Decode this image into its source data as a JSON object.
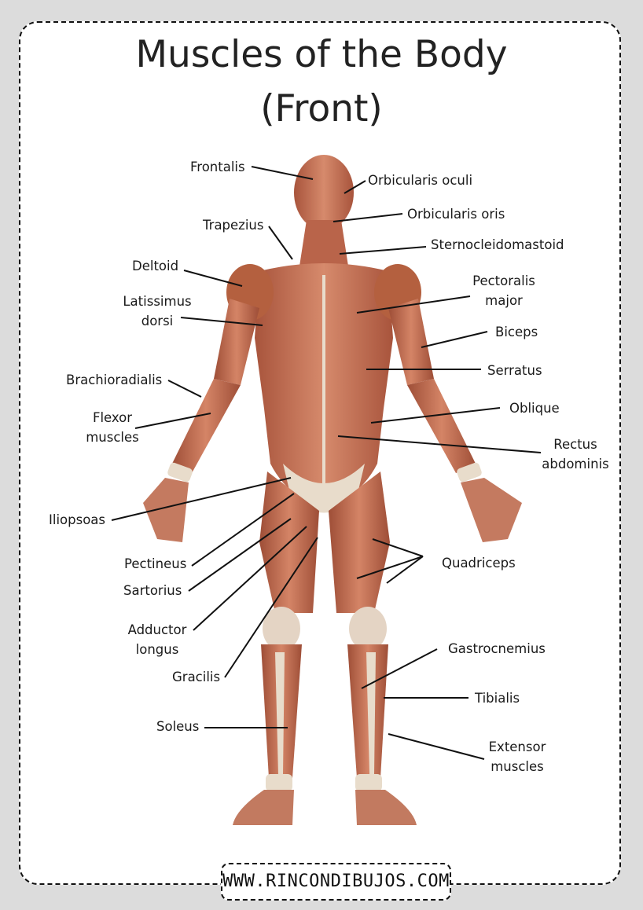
{
  "title": "Muscles of the Body",
  "subtitle": "(Front)",
  "footer": "WWW.RINCONDIBUJOS.COM",
  "colors": {
    "muscle_base": "#c9755a",
    "muscle_dark": "#a8543c",
    "tendon": "#e8dccb",
    "leader_line": "#111111"
  },
  "labels": {
    "frontalis": "Frontalis",
    "orbicularis_oculi": "Orbicularis oculi",
    "orbicularis_oris": "Orbicularis oris",
    "trapezius": "Trapezius",
    "sternocleidomastoid": "Sternocleidomastoid",
    "deltoid": "Deltoid",
    "pectoralis_major_1": "Pectoralis",
    "pectoralis_major_2": "major",
    "latissimus_dorsi_1": "Latissimus",
    "latissimus_dorsi_2": "dorsi",
    "biceps": "Biceps",
    "serratus": "Serratus",
    "brachioradialis": "Brachioradialis",
    "oblique": "Oblique",
    "flexor_muscles_1": "Flexor",
    "flexor_muscles_2": "muscles",
    "rectus_abdominis_1": "Rectus",
    "rectus_abdominis_2": "abdominis",
    "iliopsoas": "Iliopsoas",
    "pectineus": "Pectineus",
    "quadriceps": "Quadriceps",
    "sartorius": "Sartorius",
    "adductor_longus_1": "Adductor",
    "adductor_longus_2": "longus",
    "gastrocnemius": "Gastrocnemius",
    "gracilis": "Gracilis",
    "tibialis": "Tibialis",
    "soleus": "Soleus",
    "extensor_muscles_1": "Extensor",
    "extensor_muscles_2": "muscles"
  }
}
